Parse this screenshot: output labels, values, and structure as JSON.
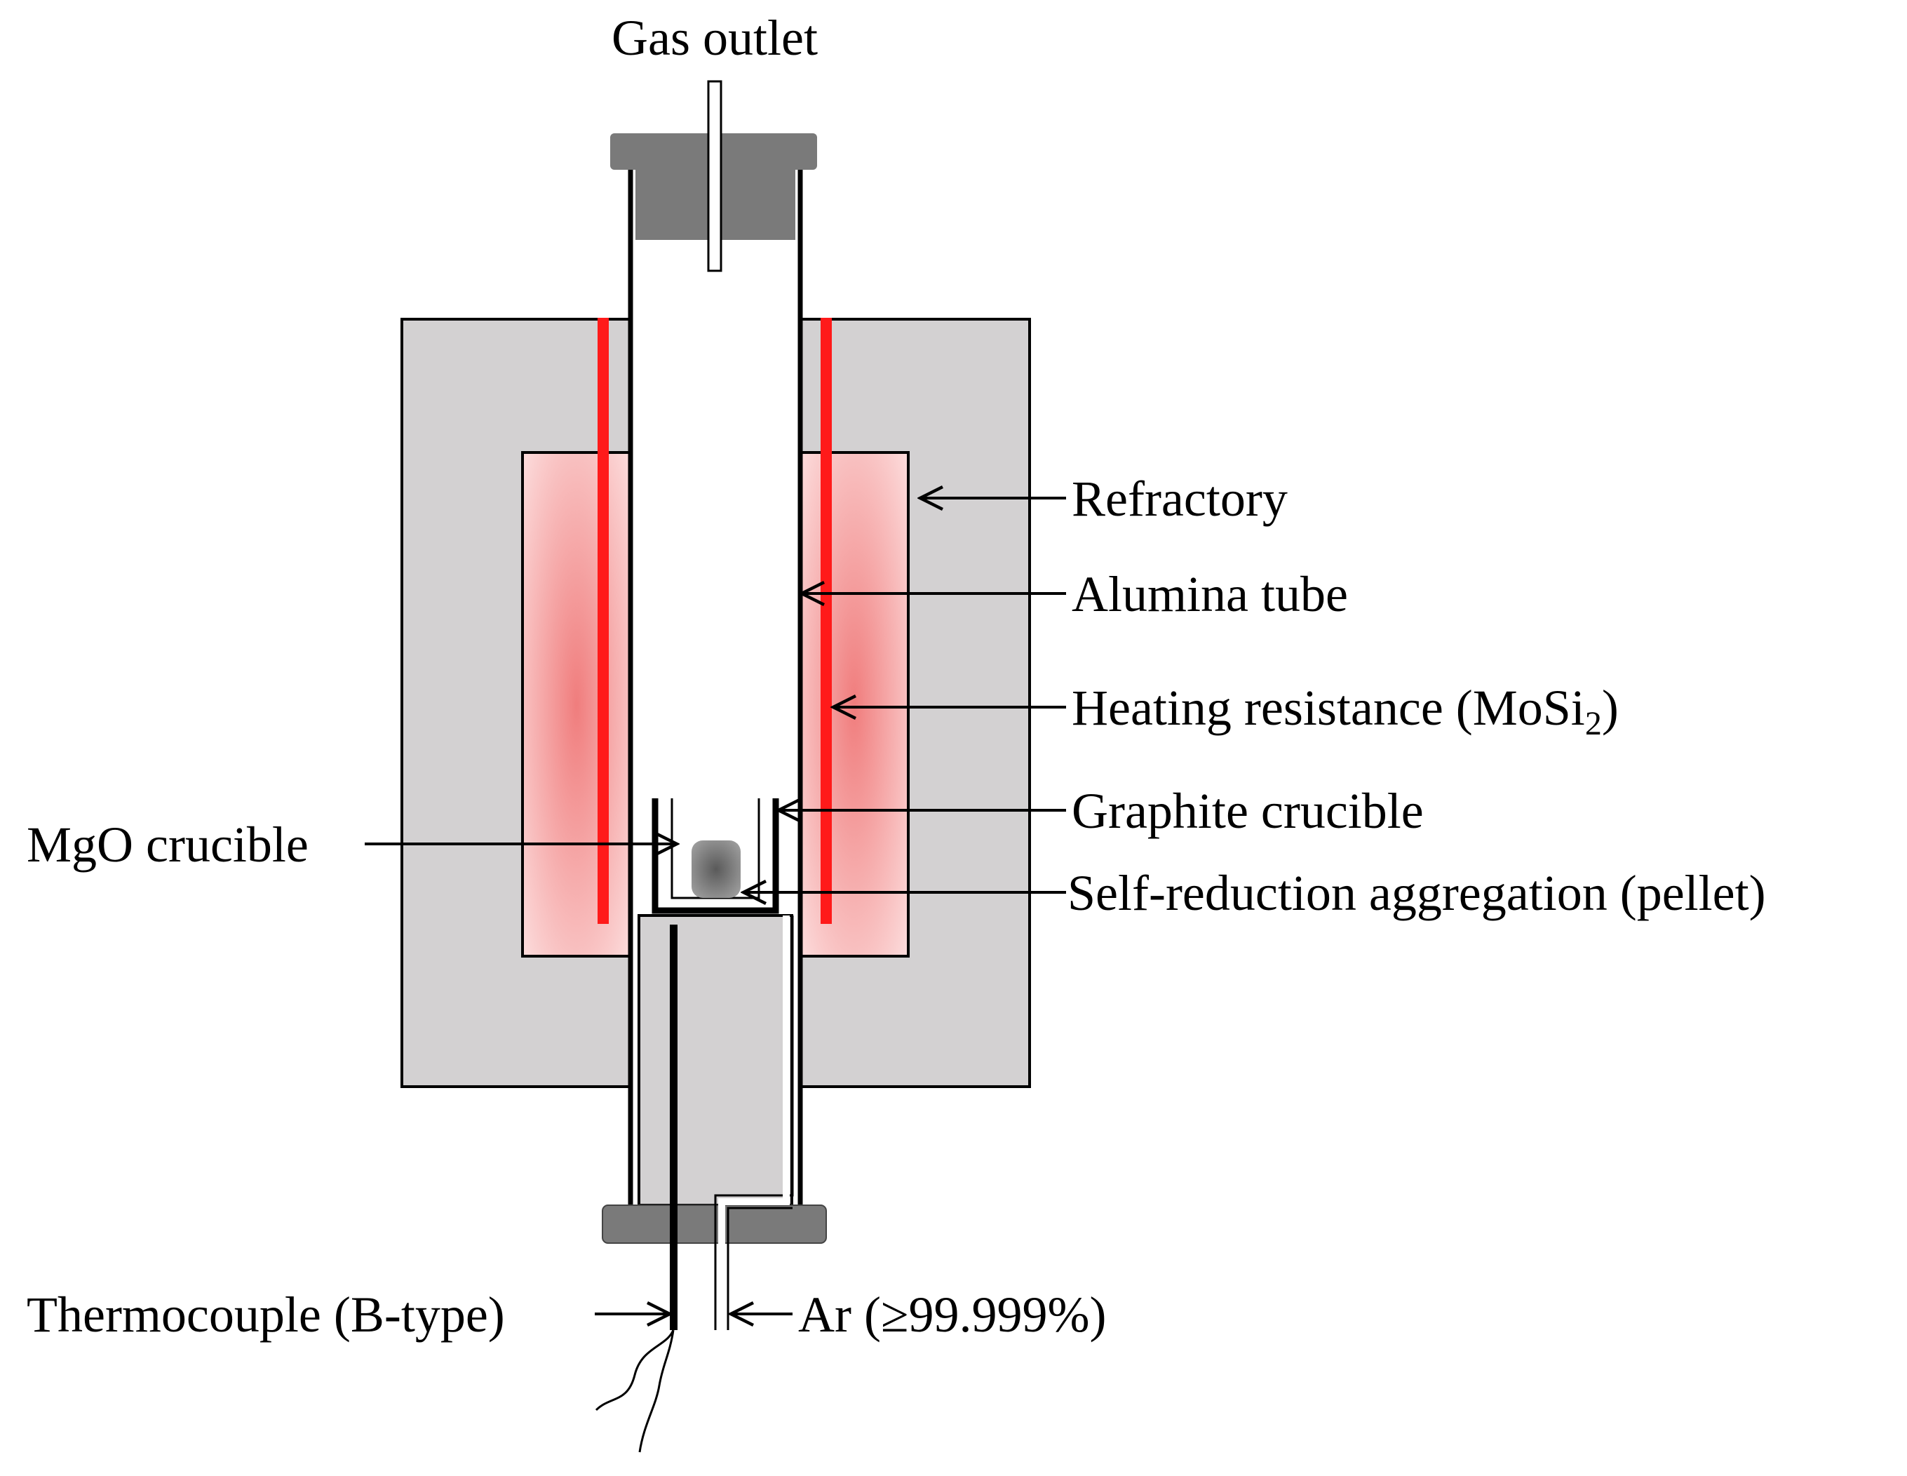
{
  "labels": {
    "gas_outlet": "Gas outlet",
    "refractory": "Refractory",
    "alumina_tube": "Alumina tube",
    "heating_resistance": "Heating resistance (MoSi",
    "heating_resistance_sub": "2",
    "heating_resistance_close": ")",
    "graphite_crucible": "Graphite crucible",
    "mgo_crucible": "MgO crucible",
    "pellet": "Self-reduction aggregation (pellet)",
    "thermocouple": "Thermocouple (B-type)",
    "argon": "Ar  (≥99.999%)"
  },
  "colors": {
    "refractory_fill": "#d3d1d2",
    "heating_zone_center": "#f07d7d",
    "heating_zone_edge": "#fde3e3",
    "heating_element": "#ff1a1a",
    "cap": "#7a7a7a",
    "pellet": "#6e6e6e",
    "line": "#000000"
  }
}
